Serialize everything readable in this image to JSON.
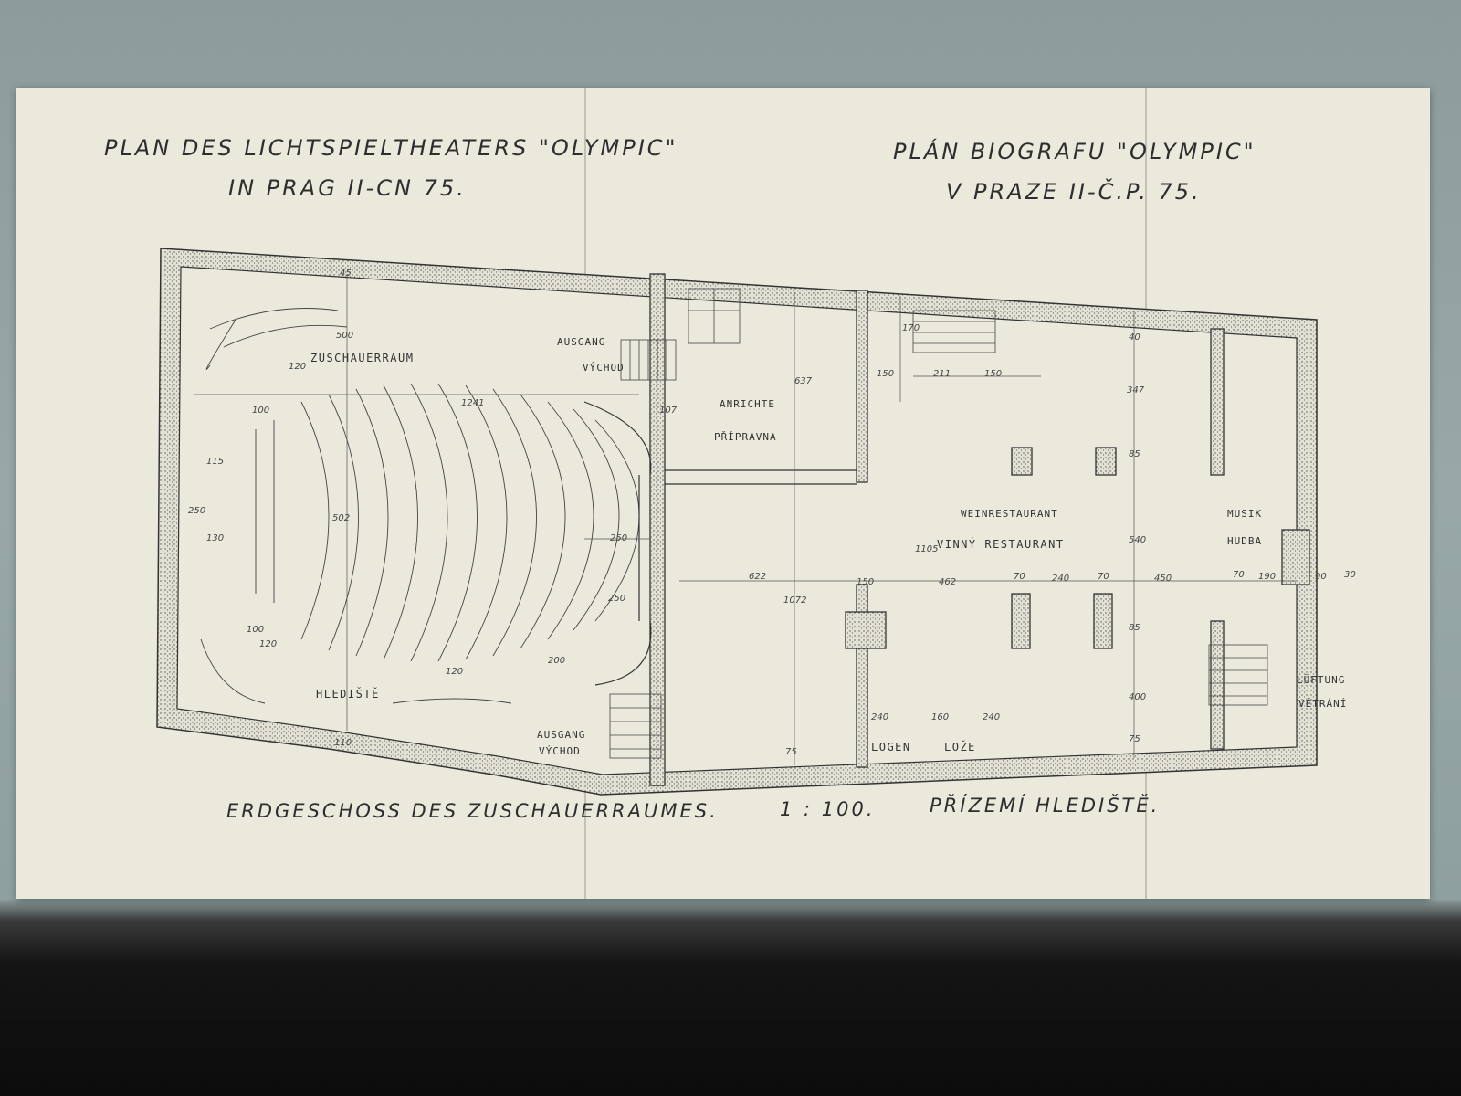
{
  "captions": {
    "title_de_line1": "PLAN DES LICHTSPIELTHEATERS \"OLYMPIC\"",
    "title_de_line2": "IN PRAG II-CN 75.",
    "title_cz_line1": "PLÁN BIOGRAFU \"OLYMPIC\"",
    "title_cz_line2": "V PRAZE II-Č.P. 75.",
    "footer_de": "ERDGESCHOSS DES ZUSCHAUERRAUMES.",
    "scale": "1 : 100.",
    "footer_cz": "PŘÍZEMÍ HLEDIŠTĚ."
  },
  "rooms": {
    "zuschauerraum": "ZUSCHAUERRAUM",
    "hlediste": "HLEDIŠTĚ",
    "ausgang_top": "AUSGANG",
    "vychod_top": "VÝCHOD",
    "ausgang_bottom": "AUSGANG",
    "vychod_bottom": "VÝCHOD",
    "anrichte": "ANRICHTE",
    "pripravna": "PŘÍPRAVNA",
    "weinrestaurant": "WEINRESTAURANT",
    "vinny_restaurant": "VINNÝ RESTAURANT",
    "musik": "MUSIK",
    "hudba": "HUDBA",
    "logen": "LOGEN",
    "loze": "LOŽE",
    "luftung": "LÜFTUNG",
    "vetrani": "VĚTRÁNÍ"
  },
  "dimensions": {
    "d1241": "1241",
    "d250a": "250",
    "d250b": "250",
    "d250c": "250",
    "d622": "622",
    "d150a": "150",
    "d462": "462",
    "d70a": "70",
    "d240a": "240",
    "d70b": "70",
    "d450": "450",
    "d70c": "70",
    "d190": "190",
    "d90": "90",
    "d30": "30",
    "d1105": "1105",
    "d1072": "1072",
    "d637": "637",
    "d347": "347",
    "d540": "540",
    "d85a": "85",
    "d85b": "85",
    "d400": "400",
    "d75a": "75",
    "d75b": "75",
    "d211": "211",
    "d150b": "150",
    "d150c": "150",
    "d170": "170",
    "d107": "107",
    "d200": "200",
    "d240b": "240",
    "d160": "160",
    "d240c": "240",
    "d120a": "120",
    "d120b": "120",
    "d120c": "120",
    "d100a": "100",
    "d100b": "100",
    "d502": "502",
    "d500": "500",
    "d115": "115",
    "d130": "130",
    "d110": "110",
    "d45": "45",
    "d40": "40"
  },
  "colors": {
    "paper": "#ebe9dc",
    "ink": "#333333",
    "wall_hatch": "#555555"
  }
}
